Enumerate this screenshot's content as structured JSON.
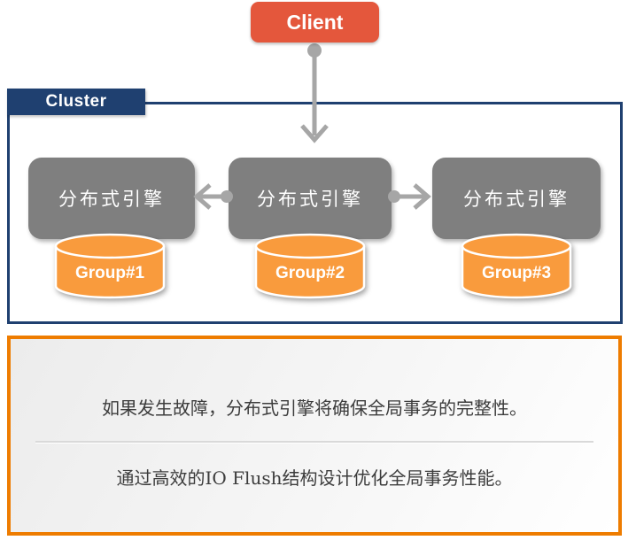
{
  "client": {
    "label": "Client"
  },
  "cluster": {
    "label": "Cluster"
  },
  "engines": [
    {
      "label": "分布式引擎",
      "group": "Group#1"
    },
    {
      "label": "分布式引擎",
      "group": "Group#2"
    },
    {
      "label": "分布式引擎",
      "group": "Group#3"
    }
  ],
  "notes": {
    "line1": "如果发生故障，分布式引擎将确保全局事务的完整性。",
    "line2": "通过高效的IO Flush结构设计优化全局事务性能。"
  },
  "colors": {
    "client_fill": "#E4573C",
    "cluster_navy": "#1F4070",
    "engine_gray": "#7F7F7F",
    "arrow_gray": "#A6A6A6",
    "cylinder_orange": "#F99B3D",
    "panel_border_orange": "#EE7C00",
    "note_text": "#3C3C3C"
  },
  "icons": {
    "database_cylinder": "cylinder-shape",
    "connector": "open-arrow-with-dot-tail"
  }
}
